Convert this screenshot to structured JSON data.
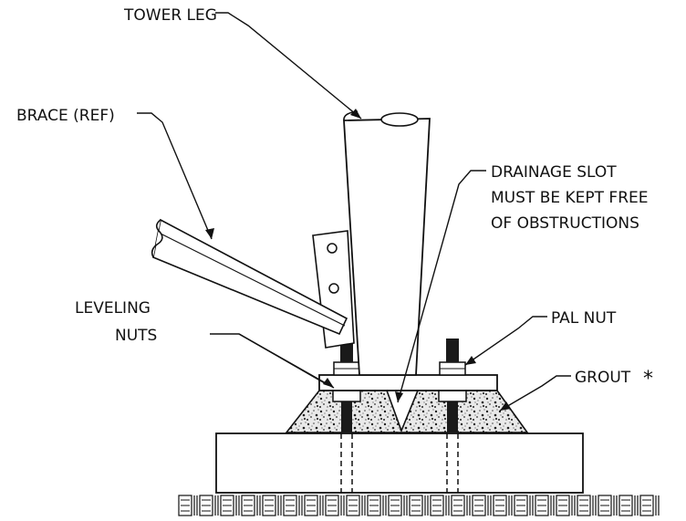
{
  "labels": {
    "tower_leg": "TOWER LEG",
    "brace": "BRACE (REF)",
    "drainage_line1": "DRAINAGE SLOT",
    "drainage_line2": "MUST BE KEPT FREE",
    "drainage_line3": "OF OBSTRUCTIONS",
    "leveling_line1": "LEVELING",
    "leveling_line2": "NUTS",
    "pal_nut": "PAL NUT",
    "grout": "GROUT",
    "grout_marker": "*"
  },
  "colors": {
    "line": "#111111",
    "bolt": "#1a1a1a",
    "grout_bg": "#e6e6e6",
    "background": "#ffffff"
  }
}
